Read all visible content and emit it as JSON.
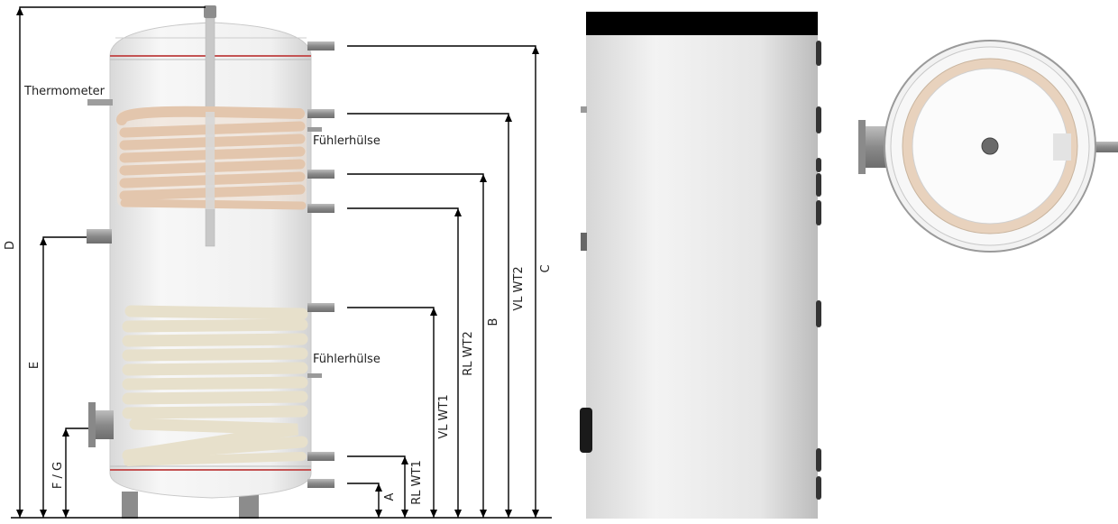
{
  "labels": {
    "thermometer": "Thermometer",
    "sensor_upper": "Fühlerhülse",
    "sensor_lower": "Fühlerhülse"
  },
  "dimensions": {
    "d": "D",
    "e": "E",
    "fg": "F / G",
    "a": "A",
    "rl_wt1": "RL WT1",
    "vl_wt1": "VL WT1",
    "rl_wt2": "RL WT2",
    "b": "B",
    "vl_wt2": "VL WT2",
    "c": "C"
  },
  "colors": {
    "tank": "#ececec",
    "coil_upper": "#e6cbb4",
    "coil_lower": "#e9e3cf",
    "jacket": "#e2e2e2",
    "lid": "#000000",
    "pipe": "#8e8e8e",
    "line": "#000000"
  }
}
